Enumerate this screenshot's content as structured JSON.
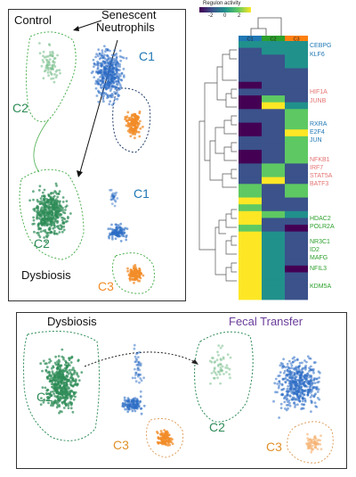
{
  "umap_panel": {
    "control_label": "Control",
    "senescent_label_line1": "Senescent",
    "senescent_label_line2": "Neutrophils",
    "dysbiosis_label": "Dysbiosis",
    "clusters": {
      "c1": "C1",
      "c2": "C2",
      "c3": "C3"
    }
  },
  "heatmap": {
    "colorbar_title": "Regulon activity",
    "colorbar_ticks": [
      "-2",
      "0",
      "2"
    ],
    "columns": [
      "C1",
      "C2",
      "C3"
    ],
    "column_colors": [
      "#1f77b4",
      "#2ca02c",
      "#ff7f0e"
    ],
    "colormap": [
      "#440154",
      "#3b528b",
      "#21918c",
      "#5ec962",
      "#fde725"
    ],
    "genes": [
      {
        "name": "CEBPG",
        "color": "#1f77b4"
      },
      {
        "name": "KLF6",
        "color": "#1f77b4"
      },
      {
        "name": "HIF1A",
        "color": "#e57373"
      },
      {
        "name": "JUNB",
        "color": "#e57373"
      },
      {
        "name": "RXRA",
        "color": "#1f77b4"
      },
      {
        "name": "E2F4",
        "color": "#1f77b4"
      },
      {
        "name": "JUN",
        "color": "#1f77b4"
      },
      {
        "name": "NFKB1",
        "color": "#e57373"
      },
      {
        "name": "IRF7",
        "color": "#e57373"
      },
      {
        "name": "STAT5A",
        "color": "#e57373"
      },
      {
        "name": "BATF3",
        "color": "#e57373"
      },
      {
        "name": "HDAC2",
        "color": "#2ca02c"
      },
      {
        "name": "POLR2A",
        "color": "#2ca02c"
      },
      {
        "name": "NR3C1",
        "color": "#2ca02c"
      },
      {
        "name": "ID2",
        "color": "#2ca02c"
      },
      {
        "name": "MAFG",
        "color": "#2ca02c"
      },
      {
        "name": "NFIL3",
        "color": "#2ca02c"
      },
      {
        "name": "KDM5A",
        "color": "#2ca02c"
      }
    ],
    "grid": [
      [
        1.5,
        1.8,
        2.2
      ],
      [
        1.2,
        2.0,
        2.4
      ],
      [
        1.0,
        1.4,
        2.0
      ],
      [
        0.8,
        1.2,
        1.6
      ],
      [
        1.2,
        0.9,
        0.6
      ],
      [
        0.7,
        1.0,
        1.3
      ],
      [
        0.4,
        0.8,
        1.0
      ],
      [
        0.5,
        1.0,
        0.7
      ],
      [
        0.3,
        3.2,
        1.2
      ],
      [
        0.2,
        3.6,
        1.6
      ],
      [
        0.5,
        0.8,
        3.0
      ],
      [
        0.6,
        1.2,
        3.4
      ],
      [
        0.2,
        0.6,
        3.2
      ],
      [
        0.3,
        0.8,
        3.6
      ],
      [
        0.6,
        1.0,
        3.0
      ],
      [
        0.5,
        0.9,
        3.4
      ],
      [
        0.4,
        0.7,
        2.8
      ],
      [
        0.4,
        1.1,
        3.2
      ],
      [
        1.0,
        3.0,
        1.0
      ],
      [
        1.2,
        3.4,
        0.8
      ],
      [
        0.8,
        3.6,
        1.2
      ],
      [
        3.2,
        1.0,
        2.8
      ],
      [
        3.4,
        0.8,
        3.0
      ],
      [
        3.6,
        1.4,
        1.2
      ],
      [
        3.2,
        1.2,
        0.6
      ],
      [
        3.8,
        2.6,
        1.8
      ],
      [
        3.6,
        0.8,
        0.5
      ],
      [
        3.4,
        1.0,
        0.4
      ],
      [
        3.6,
        2.0,
        1.0
      ],
      [
        3.8,
        1.6,
        0.8
      ],
      [
        3.8,
        1.8,
        0.6
      ],
      [
        3.6,
        2.2,
        0.8
      ],
      [
        3.8,
        2.0,
        0.6
      ],
      [
        3.9,
        2.4,
        0.4
      ],
      [
        3.8,
        2.2,
        0.7
      ],
      [
        3.9,
        2.3,
        0.5
      ],
      [
        3.7,
        1.9,
        0.6
      ],
      [
        3.8,
        2.1,
        0.5
      ]
    ]
  },
  "transfer_panel": {
    "dysbiosis_label": "Dysbiosis",
    "fecal_label": "Fecal Transfer",
    "clusters": {
      "c2": "C2",
      "c3": "C3"
    }
  }
}
